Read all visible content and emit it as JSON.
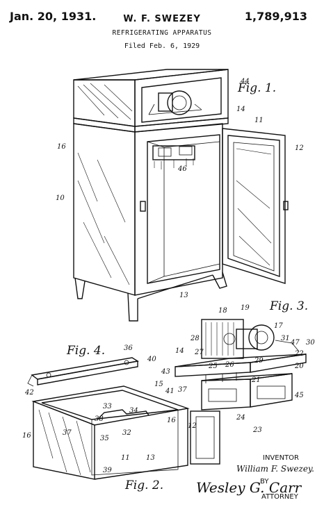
{
  "header": {
    "date": "Jan. 20, 1931.",
    "inventor_name": "W. F. SWEZEY",
    "patent_number": "1,789,913",
    "title": "REFRIGERATING APPARATUS",
    "filed": "Filed Feb. 6, 1929"
  },
  "figures": {
    "fig1": "Fig. 1.",
    "fig2": "Fig. 2.",
    "fig3": "Fig. 3.",
    "fig4": "Fig. 4."
  },
  "ref_numerals": {
    "n44": "44",
    "n14": "14",
    "n11": "11",
    "n16": "16",
    "n12": "12",
    "n46": "46",
    "n10": "10",
    "n13": "13",
    "n18": "18",
    "n19": "19",
    "n17": "17",
    "n28": "28",
    "n31": "31",
    "n47": "47",
    "n30": "30",
    "n27": "27",
    "n29": "29",
    "n22": "22",
    "n25": "25",
    "n26": "26",
    "n20": "20",
    "n21": "21",
    "n45": "45",
    "n23": "23",
    "n24": "24",
    "n43": "43",
    "n36": "36",
    "n40": "40",
    "n42": "42",
    "n15": "15",
    "n41": "41",
    "n37": "37",
    "n33": "33",
    "n34": "34",
    "n38": "38",
    "n32": "32",
    "n35": "35",
    "n39": "39"
  },
  "footer": {
    "inventor_label": "INVENTOR",
    "inventor_signature": "William F. Swezey.",
    "by_label": "BY",
    "attorney_signature": "Wesley G. Carr",
    "attorney_label": "ATTORNEY"
  }
}
